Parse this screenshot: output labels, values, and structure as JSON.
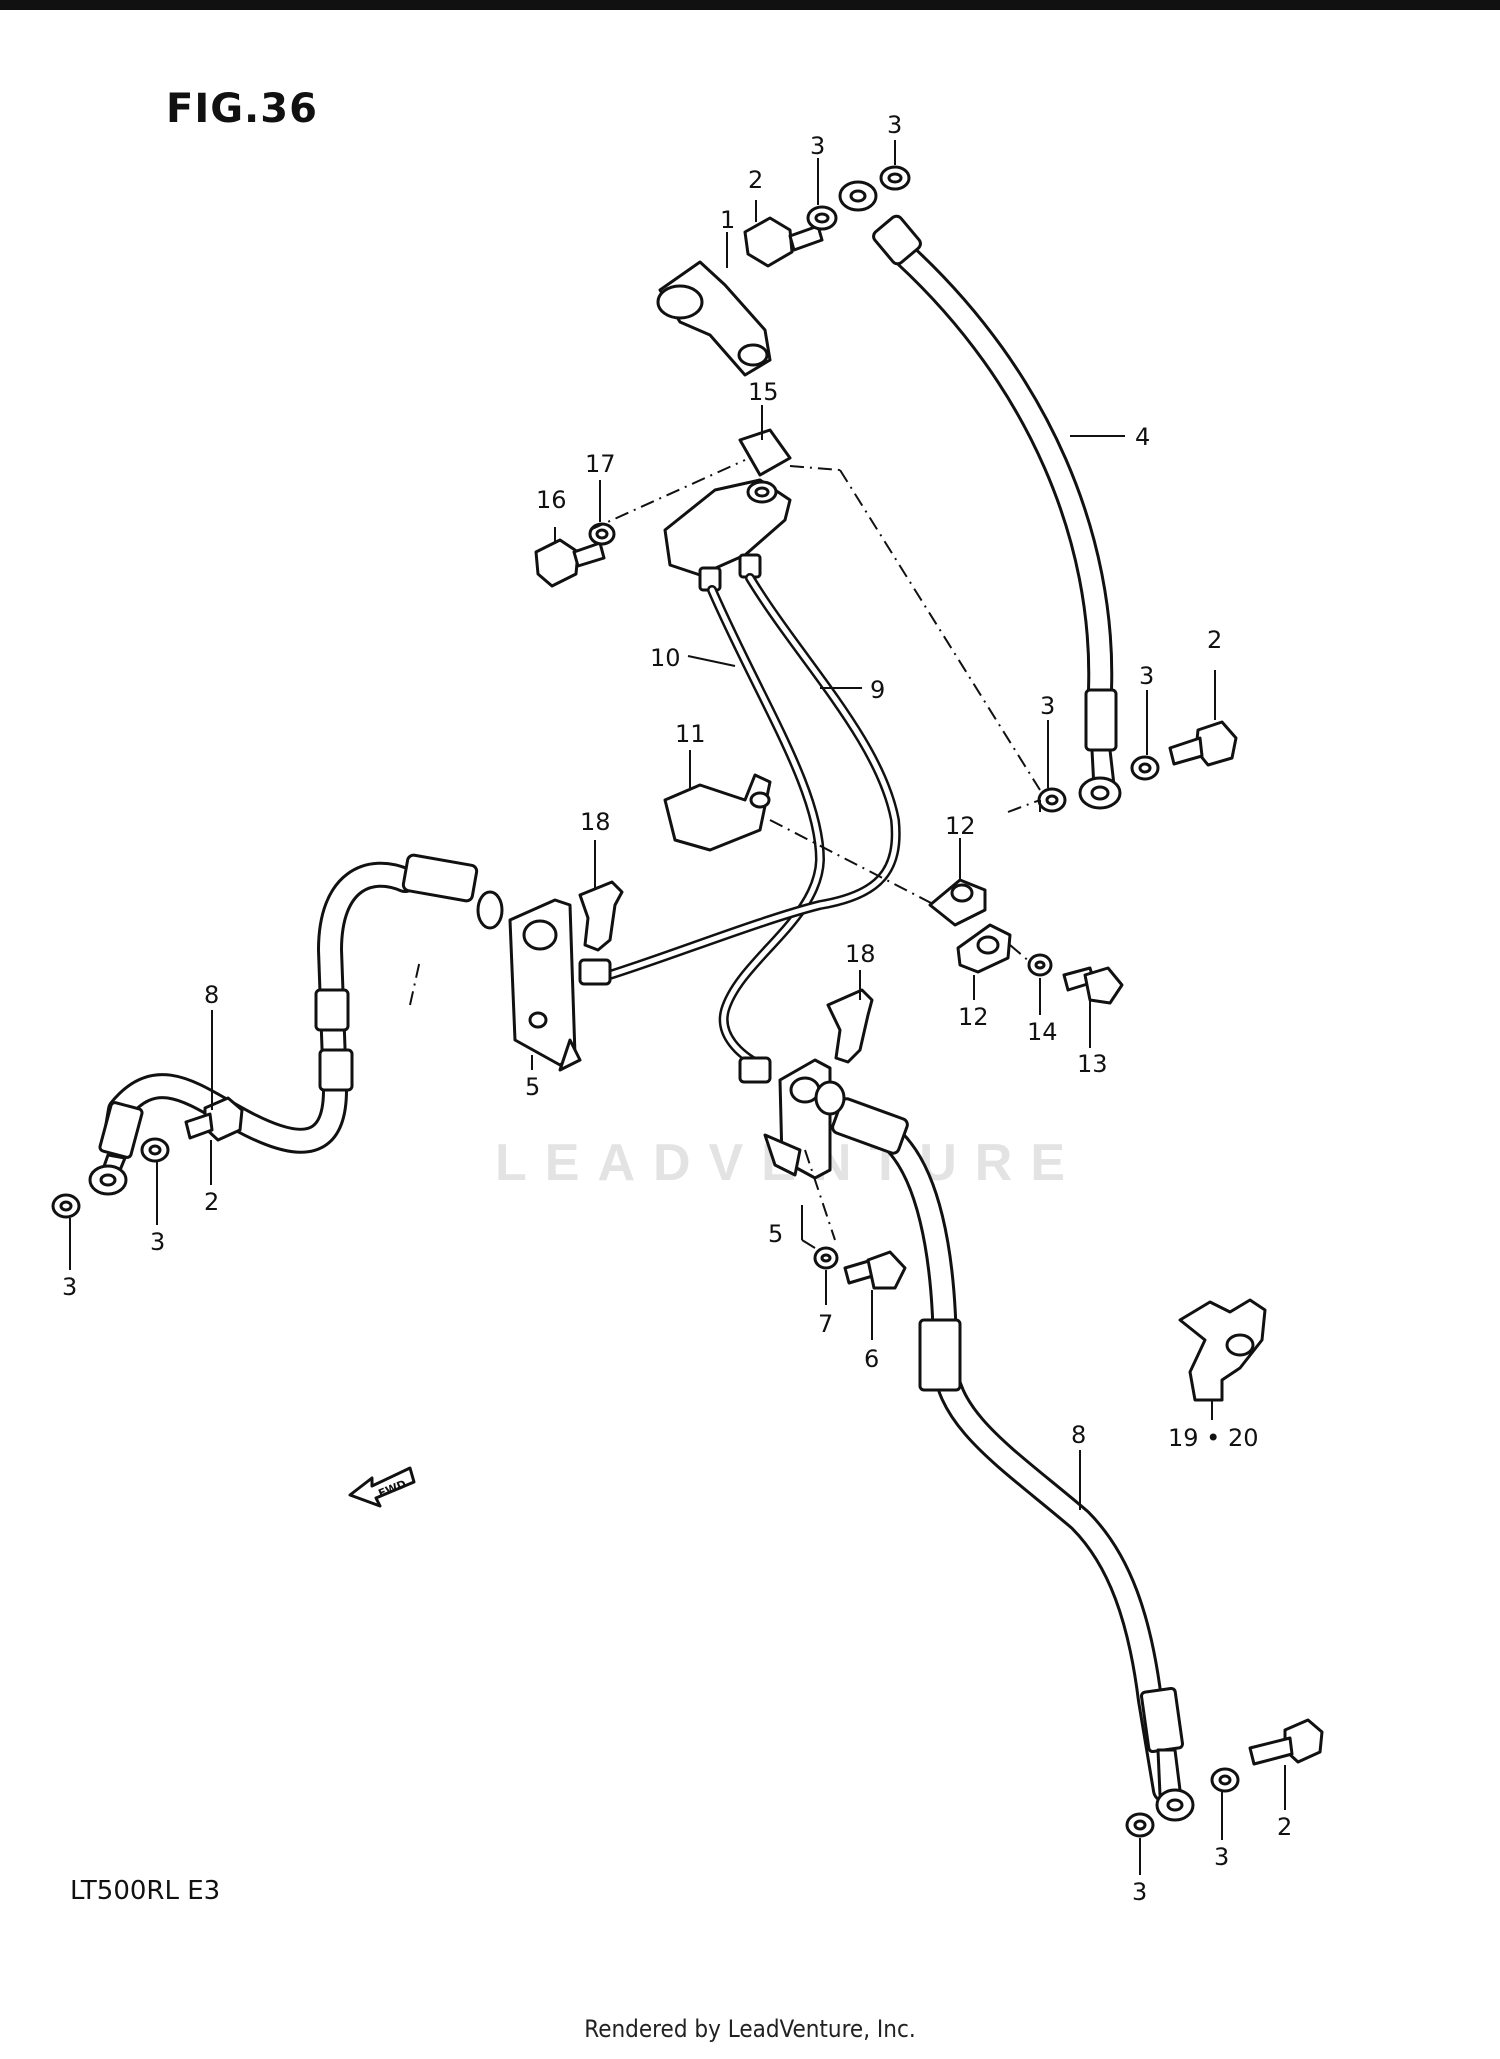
{
  "figure_title": "FIG.36",
  "model_code": "LT500RL  E3",
  "footer_text": "Rendered by LeadVenture, Inc.",
  "watermark_text": "LEADVENTURE",
  "fwd_label": "FWD",
  "callouts": {
    "c1": "1",
    "c2a": "2",
    "c2b": "2",
    "c2c": "2",
    "c2d": "2",
    "c3a": "3",
    "c3b": "3",
    "c3c": "3",
    "c3d": "3",
    "c3e": "3",
    "c3f": "3",
    "c3g": "3",
    "c3h": "3",
    "c4": "4",
    "c5a": "5",
    "c5b": "5",
    "c6": "6",
    "c7": "7",
    "c8a": "8",
    "c8b": "8",
    "c9": "9",
    "c10": "10",
    "c11": "11",
    "c12a": "12",
    "c12b": "12",
    "c13": "13",
    "c14": "14",
    "c15": "15",
    "c16": "16",
    "c17": "17",
    "c18a": "18",
    "c18b": "18",
    "c1920": "19 • 20"
  }
}
